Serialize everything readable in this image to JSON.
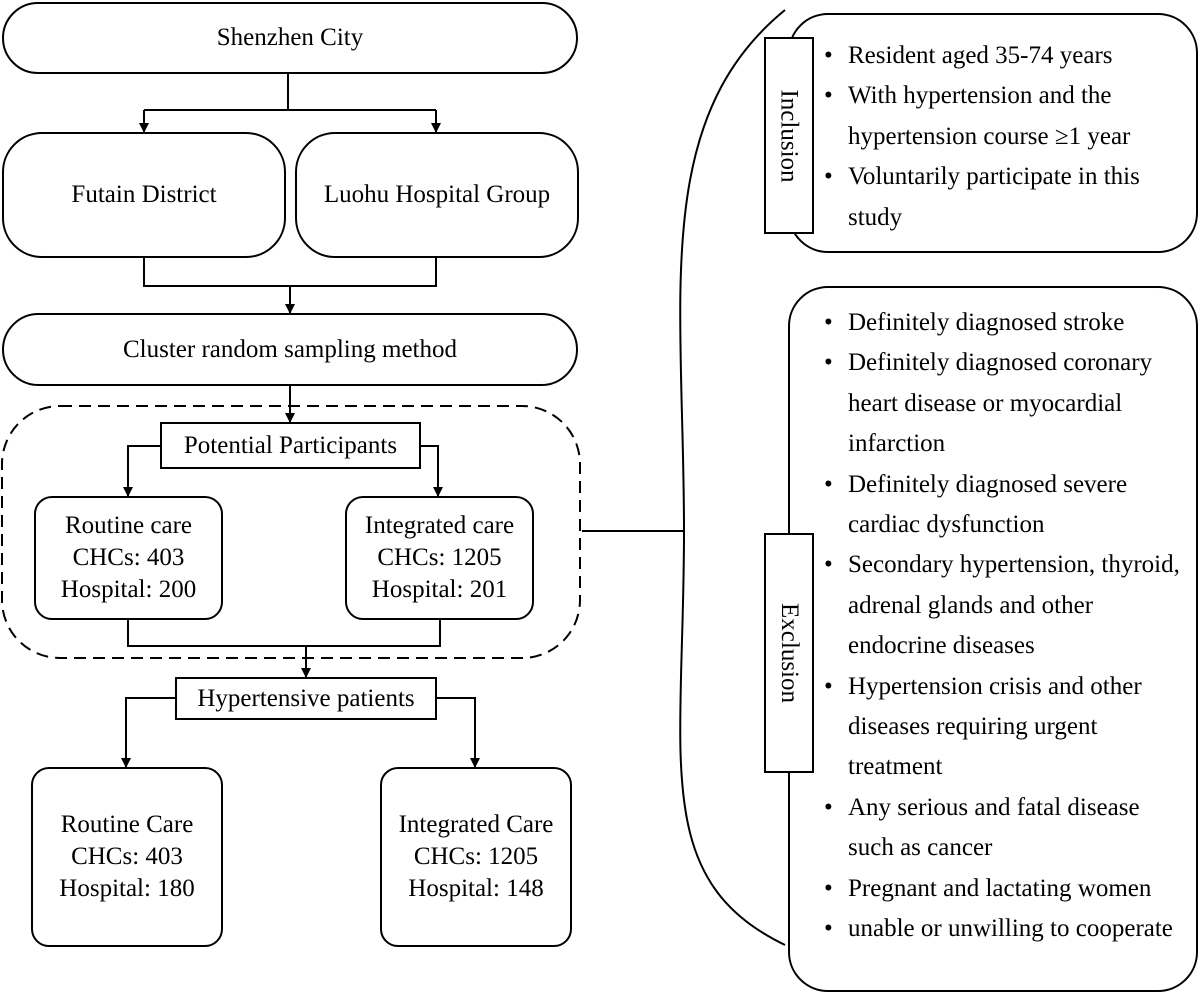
{
  "flow": {
    "city": "Shenzhen City",
    "district_1": "Futain District",
    "district_2": "Luohu Hospital Group",
    "method": "Cluster random sampling method",
    "potential": "Potential Participants",
    "routine_care": {
      "l1": "Routine care",
      "l2": "CHCs: 403",
      "l3": "Hospital: 200"
    },
    "integrated_care": {
      "l1": "Integrated care",
      "l2": "CHCs: 1205",
      "l3": "Hospital: 201"
    },
    "hypertensive": "Hypertensive patients",
    "routine_final": {
      "l1": "Routine Care",
      "l2": "CHCs: 403",
      "l3": "Hospital: 180"
    },
    "integrated_final": {
      "l1": "Integrated Care",
      "l2": "CHCs: 1205",
      "l3": "Hospital: 148"
    }
  },
  "criteria": {
    "inclusion_label": "Inclusion",
    "inclusion": [
      "Resident aged 35-74 years",
      "With hypertension and the hypertension course ≥1 year",
      "Voluntarily participate in this study"
    ],
    "exclusion_label": "Exclusion",
    "exclusion": [
      "Definitely diagnosed stroke",
      "Definitely diagnosed coronary heart disease or myocardial infarction",
      "Definitely diagnosed severe cardiac dysfunction",
      "Secondary hypertension, thyroid, adrenal glands and other endocrine diseases",
      "Hypertension crisis and other diseases requiring urgent treatment",
      "Any serious and fatal disease such as cancer",
      "Pregnant and lactating women",
      "unable or unwilling to cooperate"
    ]
  }
}
